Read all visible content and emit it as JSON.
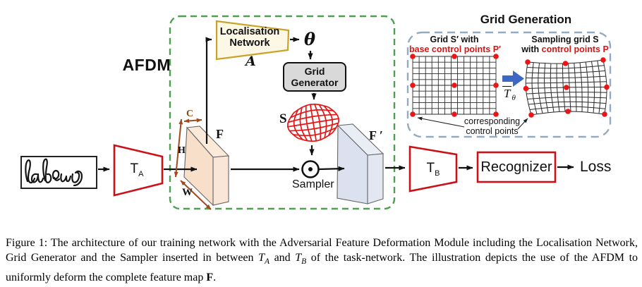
{
  "diagram": {
    "afdm_label": "AFDM",
    "handwritten_word": "Labour",
    "t_a": {
      "base": "T",
      "sub": "A"
    },
    "t_b": {
      "base": "T",
      "sub": "B"
    },
    "localisation_network": {
      "line1": "Localisation",
      "line2": "Network",
      "symbol": "A"
    },
    "theta_symbol": "θ",
    "grid_generator": {
      "line1": "Grid",
      "line2": "Generator"
    },
    "s_label": "S",
    "f_label": "F",
    "f_prime_label": "F ′",
    "dims": {
      "c": "C",
      "h": "H",
      "w": "W"
    },
    "sampler_label": "Sampler",
    "recognizer_label": "Recognizer",
    "loss_label": "Loss"
  },
  "grid_generation": {
    "title": "Grid Generation",
    "left_grid": {
      "caption_line1": "Grid S′ with",
      "caption_line2": "base control points  P′"
    },
    "right_grid": {
      "caption_line1": "Sampling grid S",
      "caption_line2_black": "with ",
      "caption_line2_red": "control points P"
    },
    "transform_label": {
      "base": "T",
      "sub": "θ"
    },
    "note_line1": "corresponding",
    "note_line2": "control points"
  },
  "caption": {
    "line1": "Figure 1: The architecture of our training network with the Adversarial Feature Deformation Module including the Localisation Network,",
    "line2": {
      "s1": "Grid Generator and the Sampler inserted in between ",
      "ta": {
        "base": "T",
        "sub": "A"
      },
      "s2": " and ",
      "tb": {
        "base": "T",
        "sub": "B"
      },
      "s3": " of the task-network.  The illustration depicts the use of the AFDM to"
    },
    "line3": {
      "s1": "uniformly deform the complete feature map ",
      "f": "F",
      "s2": "."
    }
  },
  "colors": {
    "accent_red": "#cb1117",
    "mesh_red": "#e51515",
    "afdm_green": "#4f9f52",
    "gridgen_dash_blue": "#93aabf",
    "arrow_blue": "#3c67c2",
    "dim_brown": "#a04a1e",
    "locnet_fill": "#fdf8e6",
    "locnet_border": "#c9a22a",
    "gridgen_fill": "#d9d9d9",
    "f_fill": "#f7dfca",
    "f_prime_fill": "#dbe1ee"
  }
}
